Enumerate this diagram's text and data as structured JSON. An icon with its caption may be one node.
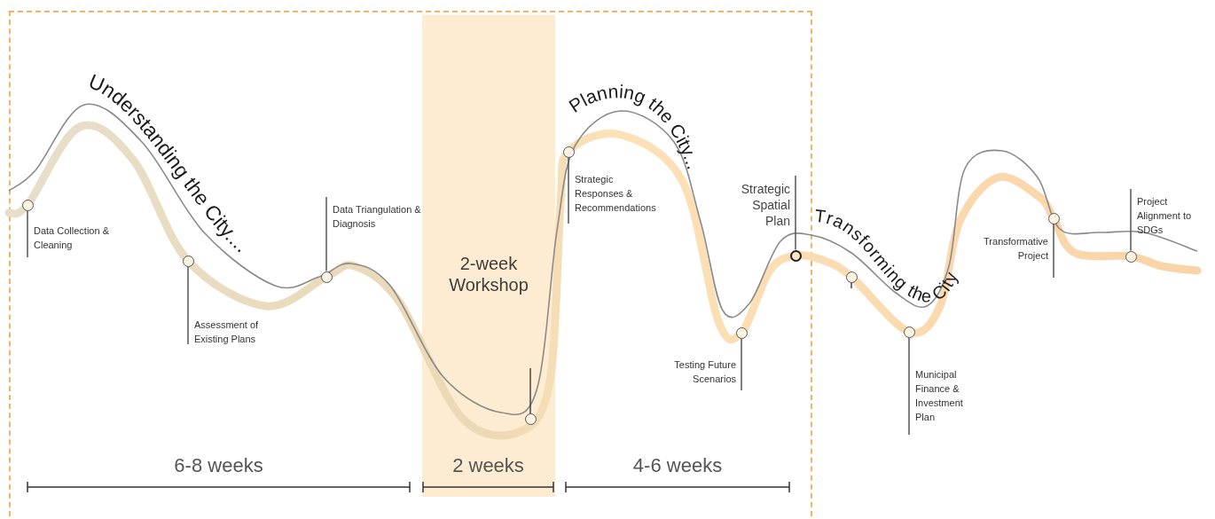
{
  "diagram": {
    "nodes": [
      {
        "text": [
          "Data Collection & Cleaning"
        ]
      },
      {
        "text": [],
        "shape": "circle"
      },
      {
        "text": [
          "Assessment of Existing Plans"
        ]
      },
      {
        "text": [],
        "shape": "circle"
      },
      {
        "text": [
          "Data Triangulation & Diagnosis"
        ]
      },
      {
        "text": [],
        "shape": "circle"
      },
      {
        "text": [
          "2-week Workshop"
        ]
      },
      {
        "text": [],
        "shape": "circle",
        "in": 6
      },
      {
        "text": [
          "Strategic Responses & Recommendations"
        ]
      },
      {
        "text": [],
        "shape": "circle"
      },
      {
        "text": [
          "Testing Future Scenarios"
        ]
      },
      {
        "text": [],
        "shape": "circle"
      },
      {
        "text": [
          "Strategic Spatial Plan"
        ]
      },
      {
        "text": [],
        "shape": "circle"
      },
      {
        "text": [],
        "shape": "circle"
      },
      {
        "text": [
          "Municipal Finance & Investment Plan"
        ]
      },
      {
        "text": [],
        "shape": "circle"
      },
      {
        "text": [
          "Transformative Project"
        ]
      },
      {
        "text": [],
        "shape": "circle"
      },
      {
        "text": [
          "Project Alignment to SDGs"
        ]
      },
      {
        "text": [],
        "shape": "circle"
      }
    ],
    "edges": [
      {
        "from": 0,
        "to": 1,
        "arrow": "none"
      },
      {
        "from": 2,
        "to": 3,
        "arrow": "none"
      },
      {
        "from": 4,
        "to": 5,
        "arrow": "none"
      },
      {
        "from": 8,
        "to": 9,
        "arrow": "none"
      },
      {
        "from": 10,
        "to": 11,
        "arrow": "none"
      },
      {
        "from": 12,
        "to": 13,
        "arrow": "none"
      },
      {
        "from": 15,
        "to": 16,
        "arrow": "none"
      },
      {
        "from": 17,
        "to": 18,
        "arrow": "none"
      },
      {
        "from": 19,
        "to": 20,
        "arrow": "none"
      }
    ],
    "labels": [
      "Understanding the City....",
      "Planning the City...",
      "Transforming the City",
      "6-8 weeks",
      "2 weeks",
      "4-6 weeks"
    ]
  }
}
